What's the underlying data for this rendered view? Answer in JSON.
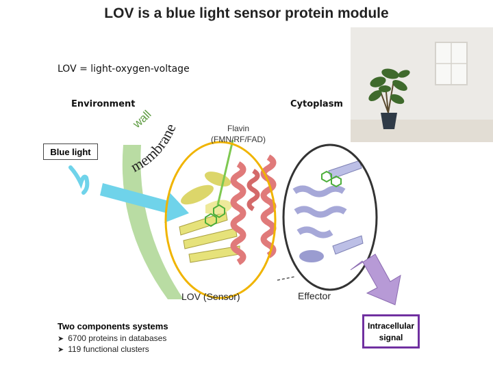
{
  "title": "LOV is a blue light sensor protein module",
  "subtitle": "LOV = light-oxygen-voltage",
  "labels": {
    "environment": "Environment",
    "cytoplasm": "Cytoplasm",
    "blue_light": "Blue light",
    "wall": "wall",
    "membrane": "membrane",
    "flavin_line1": "Flavin",
    "flavin_line2": "(FMN/RF/FAD)",
    "lov_sensor": "LOV (Sensor)",
    "effector": "Effector",
    "intracellular_line1": "Intracellular",
    "intracellular_line2": "signal"
  },
  "notes": {
    "heading": "Two components systems",
    "bullets": [
      "6700 proteins in databases",
      "119 functional clusters"
    ]
  },
  "colors": {
    "sensor_outline": "#f0b400",
    "effector_outline": "#333333",
    "membrane_band": "#b9dca3",
    "sensor_domain": "#e6e27a",
    "helix": "#e07a7a",
    "effector_domain": "#a6a8d8",
    "signal_arrow": "#b79ad6",
    "blue_arrow": "#6fd3ea",
    "flavin_pointer": "#7ec850",
    "signal_box_border": "#7030a0"
  }
}
